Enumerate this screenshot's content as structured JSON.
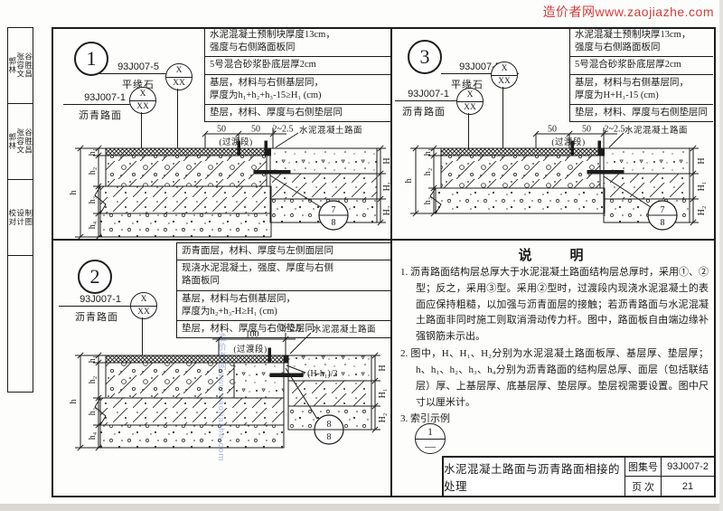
{
  "watermark_top": "造价者网www.zaojiazhe.com",
  "watermark_side": "造价者网www.zaojiazhe.com",
  "sidebar": {
    "b0": [
      "郭林",
      "张容文",
      "谷胜昌"
    ],
    "b1": [
      "郭林",
      "张容文",
      "谷胜昌"
    ],
    "b2": [
      "校对",
      "设计",
      "制图"
    ]
  },
  "d1": {
    "badge": "1",
    "curb_code": "93J007-5",
    "curb_label": "平缘石",
    "road_code": "93J007-1",
    "road_label": "沥青路面",
    "ref_x": "X",
    "ref_xx": "XX",
    "spec": [
      "水泥混凝土预制块厚度13cm，\n强度与右侧路面板同",
      "5号混合砂浆卧底层厚2cm",
      "基层，材料与右侧基层同，\n厚度为h₁+h₂+h₃-15≥H₁ (cm)",
      "垫层，材料、厚度与右侧垫层同"
    ],
    "dims": {
      "a": "50",
      "b": "50",
      "slope": "2~2.5",
      "trans": "(过渡段)",
      "road": "水泥混凝土路面",
      "h": "h",
      "h1": "h₁",
      "h2": "h₂",
      "h3": "h₃",
      "h4": "h₄",
      "H": "H",
      "H1": "H₁",
      "H2": "H₂",
      "rt": "7",
      "rb": "8"
    }
  },
  "d2": {
    "badge": "2",
    "road_code": "93J007-1",
    "road_label": "沥青路面",
    "ref_x": "X",
    "ref_xx": "XX",
    "spec": [
      "沥青面层，材料、厚度与左侧面层同",
      "现浇水泥混凝土，强度、厚度与右侧\n路面板同",
      "基层，材料与右侧基层同，\n厚度为h₂+h₃-H≥H₁ (cm)",
      "垫层，材料、厚度与右侧垫层同"
    ],
    "dims": {
      "a": "100",
      "slope": "2~2.5",
      "trans": "(过渡段)",
      "road": "水泥混凝土路面",
      "mid": "(H-h₁)/2",
      "h": "h",
      "h1": "h₁",
      "h2": "h₂",
      "h3": "h₃",
      "h4": "h₄",
      "H": "H",
      "H1": "H₁",
      "H2": "H₂",
      "rt": "8",
      "rb": "8"
    }
  },
  "d3": {
    "badge": "3",
    "curb_code": "93J007-5",
    "curb_label": "平缘石",
    "road_code": "93J007-1",
    "road_label": "沥青路面",
    "ref_x": "X",
    "ref_xx": "XX",
    "spec": [
      "水泥混凝土预制块厚13cm，\n强度与右侧路面板同",
      "5号混合砂浆卧底层厚2cm",
      "基层，材料与右侧基层同，\n厚度为H+H₁-15 (cm)",
      "垫层，材料、厚度与右侧垫层同"
    ],
    "dims": {
      "a": "50",
      "b": "50",
      "slope": "2~2.5",
      "trans": "(过渡段)",
      "road": "水泥混凝土路面",
      "h": "h",
      "h1": "h₁",
      "h2": "h₂",
      "h3": "h₃",
      "H": "H",
      "H1": "H₁",
      "H2": "H₂",
      "rt": "7",
      "rb": "8"
    }
  },
  "notes": {
    "title": "说　　明",
    "n1": "1. 沥青路面结构层总厚大于水泥混凝土路面结构层总厚时，采用①、②型；反之，采用③型。采用②型时，过渡段内现浇水泥混凝土的表面应保持粗糙，以加强与沥青面层的接触；若沥青路面与水泥混凝土路面非同时施工则取消滑动传力杆。图中，路面板自由端边缘补强钢筋未示出。",
    "n2": "2. 图中，H、H₁、H₂分别为水泥混凝土路面板厚、基层厚、垫层厚；h、h₁、h₂、h₃、h₄分别为沥青路面的结构层总厚、面层（包括联结层）厚、上基层厚、底基层厚、垫层厚。垫层视需要设置。图中尺寸以厘米计。",
    "n3": "3. 索引示例",
    "idx_top": "1",
    "idx_bot": "—"
  },
  "titleblock": {
    "title": "水泥混凝土路面与沥青路面相接的处理",
    "atlas_label": "图集号",
    "atlas_no": "93J007-2",
    "page_label": "页 次",
    "page_no": "21"
  }
}
